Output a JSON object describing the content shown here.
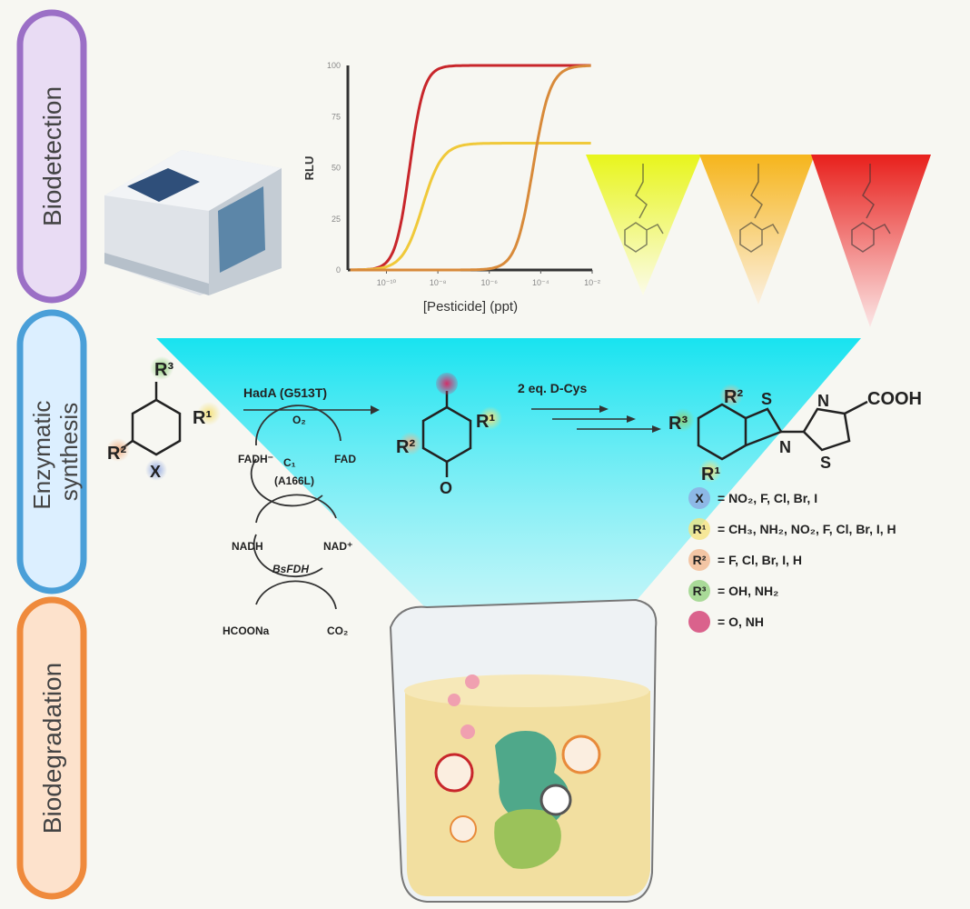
{
  "sections": [
    {
      "label": "Biodetection",
      "color": "#9b6fc6",
      "fill": "#e9dcf4"
    },
    {
      "label": "Enzymatic synthesis",
      "color": "#4a9fd8",
      "fill": "#dcefff"
    },
    {
      "label": "Biodegradation",
      "color": "#ef8a3c",
      "fill": "#fde2cc"
    }
  ],
  "chart_data": {
    "type": "line",
    "xlabel": "[Pesticide] (ppt)",
    "ylabel": "RLU",
    "xscale": "log",
    "xlim_exp": [
      -11.5,
      -2
    ],
    "ylim": [
      0,
      100
    ],
    "yticks": [
      "0",
      "25",
      "50",
      "75",
      "100"
    ],
    "ytick_values": [
      0,
      25,
      50,
      75,
      100
    ],
    "xticks": [
      "10⁻¹⁰",
      "10⁻⁸",
      "10⁻⁶",
      "10⁻⁴",
      "10⁻²"
    ],
    "xtick_exp": [
      -10,
      -8,
      -6,
      -4,
      -2
    ],
    "series": [
      {
        "name": "red",
        "color": "#c8262b",
        "max": 100,
        "mid_exp": -9.1,
        "slope": 1.8
      },
      {
        "name": "yellow",
        "color": "#f0c93a",
        "max": 62,
        "mid_exp": -8.6,
        "slope": 1.3
      },
      {
        "name": "orange",
        "color": "#d88a3a",
        "max": 100,
        "mid_exp": -4.3,
        "slope": 1.5
      }
    ]
  },
  "reaction": {
    "enzyme1": "HadA (G513T)",
    "o2": "O₂",
    "fadh": "FADH⁻",
    "fad": "FAD",
    "c1": "C₁",
    "c1_mut": "(A166L)",
    "nadh": "NADH",
    "nad": "NAD⁺",
    "bsfdh": "BsFDH",
    "hcoona": "HCOONa",
    "co2": "CO₂",
    "step2": "2 eq. D-Cys",
    "cooh": "COOH",
    "r1": "R¹",
    "r2": "R²",
    "r3": "R³",
    "x": "X",
    "s": "S",
    "n": "N",
    "o": "O"
  },
  "legend": [
    {
      "symbol": "X",
      "text": "= NO₂, F, Cl, Br, I",
      "color": "#8fa6e0"
    },
    {
      "symbol": "R¹",
      "text": "= CH₃, NH₂, NO₂, F, Cl, Br, I, H",
      "color": "#f5e27a"
    },
    {
      "symbol": "R²",
      "text": "= F, Cl, Br, I, H",
      "color": "#f2b48a"
    },
    {
      "symbol": "R³",
      "text": "= OH, NH₂",
      "color": "#8fd07a"
    },
    {
      "symbol": "",
      "text": "= O, NH",
      "color": "#d0306a"
    }
  ]
}
